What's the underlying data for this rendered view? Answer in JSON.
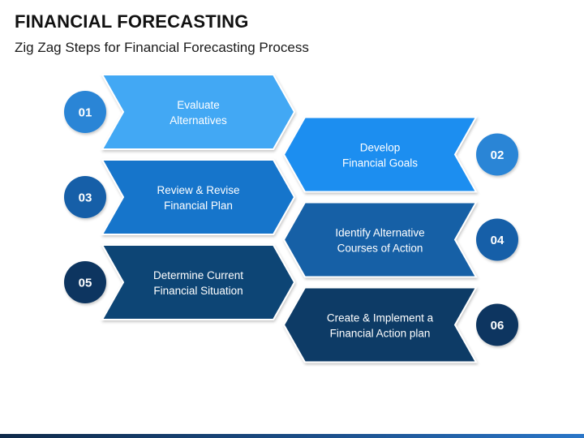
{
  "header": {
    "title": "FINANCIAL FORECASTING",
    "subtitle": "Zig Zag Steps for Financial Forecasting Process"
  },
  "steps": [
    {
      "number": "01",
      "line1": "Evaluate",
      "line2": "Alternatives",
      "side": "left",
      "color": "#42a8f4",
      "circle_color": "#2b85d6"
    },
    {
      "number": "02",
      "line1": "Develop",
      "line2": "Financial Goals",
      "side": "right",
      "color": "#1e8ef0",
      "circle_color": "#2b85d6"
    },
    {
      "number": "03",
      "line1": "Review & Revise",
      "line2": "Financial Plan",
      "side": "left",
      "color": "#1975cb",
      "circle_color": "#155fa8"
    },
    {
      "number": "04",
      "line1": "Identify Alternative",
      "line2": "Courses of Action",
      "side": "right",
      "color": "#1560a6",
      "circle_color": "#155fa8"
    },
    {
      "number": "05",
      "line1": "Determine Current",
      "line2": "Financial Situation",
      "side": "left",
      "color": "#0e4474",
      "circle_color": "#0d3660"
    },
    {
      "number": "06",
      "line1": "Create & Implement a",
      "line2": "Financial Action plan",
      "side": "right",
      "color": "#0c3a66",
      "circle_color": "#0d3660"
    }
  ]
}
